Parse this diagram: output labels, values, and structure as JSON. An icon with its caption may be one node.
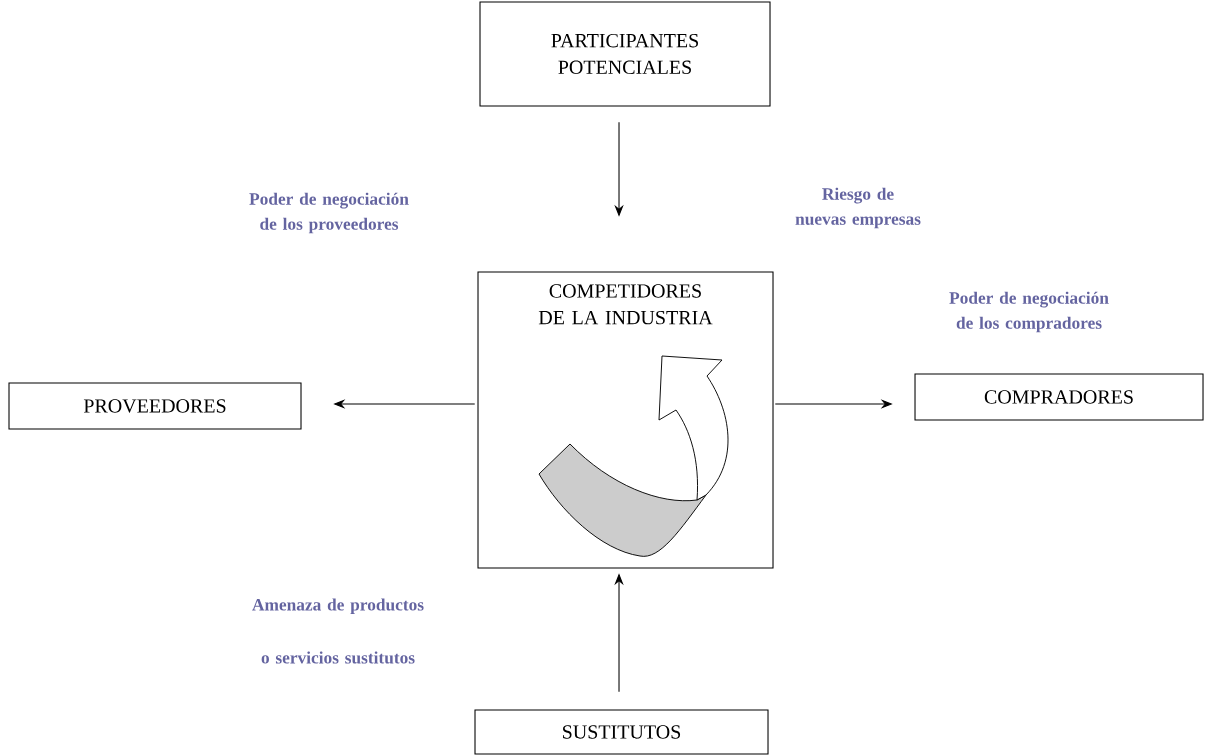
{
  "diagram": {
    "nodes": [
      {
        "text": [
          "PARTICIPANTES POTENCIALES"
        ]
      },
      {
        "text": [
          "COMPETIDORES DE LA INDUSTRIA"
        ]
      },
      {
        "text": [
          "PROVEEDORES"
        ]
      },
      {
        "text": [
          "COMPRADORES"
        ]
      },
      {
        "text": [
          "SUSTITUTOS"
        ]
      }
    ],
    "edges": [
      {
        "from": 0,
        "to": 1,
        "arrow": "to"
      },
      {
        "from": 1,
        "to": 2,
        "arrow": "to"
      },
      {
        "from": 1,
        "to": 3,
        "arrow": "to"
      },
      {
        "from": 4,
        "to": 1,
        "arrow": "to"
      }
    ],
    "labels": [
      "Poder de negociación de los proveedores",
      "Riesgo de nuevas empresas",
      "Poder de negociación de los compradores",
      "Amenaza de productos o servicios sustitutos"
    ]
  }
}
